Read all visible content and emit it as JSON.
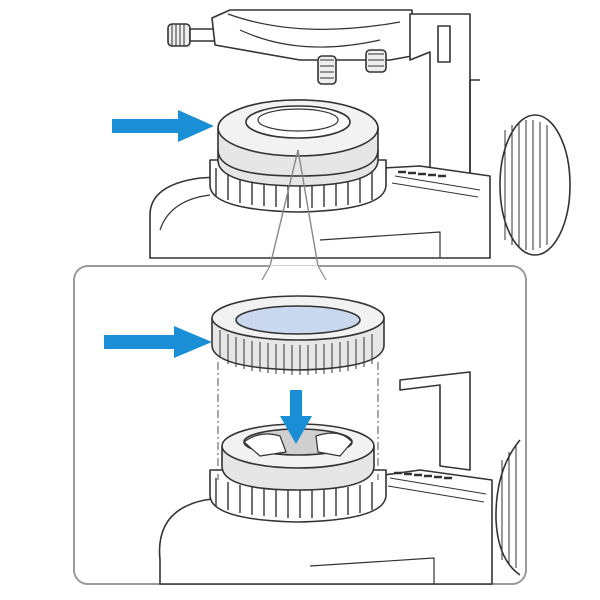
{
  "figure": {
    "panels": [
      {
        "name": "overview",
        "content": "microscope-field-lens-area"
      },
      {
        "name": "detail",
        "content": "filter-placement-on-lens"
      }
    ],
    "icons": [
      "arrow-right-icon",
      "arrow-right-icon",
      "arrow-down-icon"
    ],
    "colors": {
      "arrow": "#1a8fd6",
      "line": "#333333",
      "body_fill": "#ffffff",
      "ring_shade": "#e6e6e6",
      "ring_dark": "#cfcfcf",
      "filter_glass": "#c9d8ee",
      "inset_border": "#9a9a9a"
    }
  }
}
